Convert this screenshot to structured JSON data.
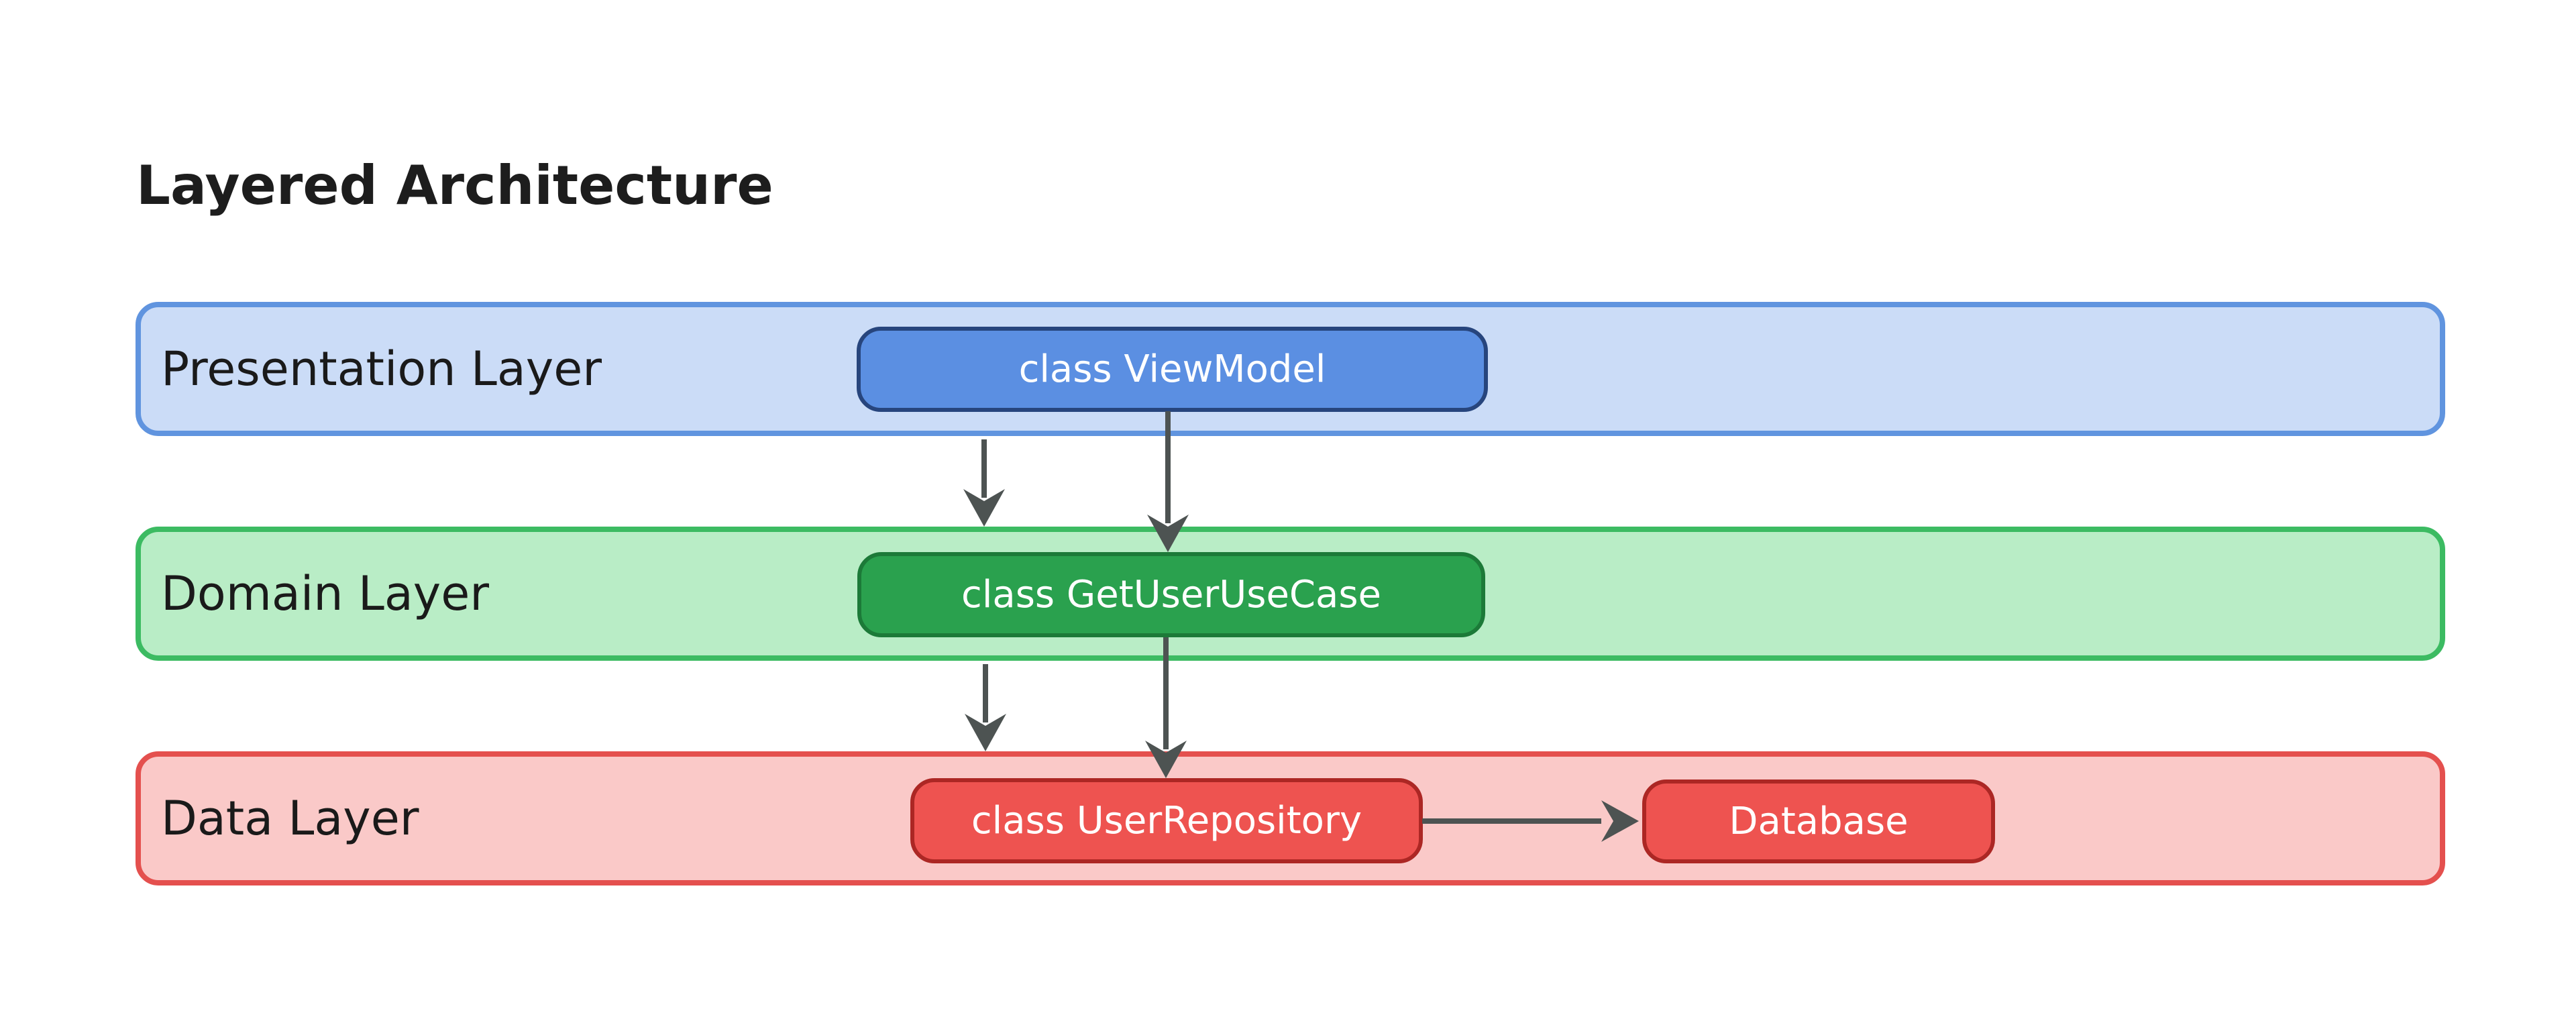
{
  "diagram": {
    "title": "Layered Architecture",
    "type": "layered-architecture-diagram"
  },
  "layers": [
    {
      "id": "presentation-layer",
      "label": "Presentation Layer",
      "fill": "#cbdcf7",
      "border": "#6094df",
      "nodes": [
        {
          "id": "viewmodel",
          "label": "class ViewModel",
          "fill": "#5b8fe2",
          "border": "#27457d",
          "text_color": "#ffffff"
        }
      ]
    },
    {
      "id": "domain-layer",
      "label": "Domain Layer",
      "fill": "#b9edc6",
      "border": "#3cbb62",
      "nodes": [
        {
          "id": "getuserusecase",
          "label": "class GetUserUseCase",
          "fill": "#2aa14e",
          "border": "#1c7a38",
          "text_color": "#ffffff"
        }
      ]
    },
    {
      "id": "data-layer",
      "label": "Data Layer",
      "fill": "#fac9c8",
      "border": "#e4504e",
      "nodes": [
        {
          "id": "userrepository",
          "label": "class UserRepository",
          "fill": "#ee5350",
          "border": "#ac2724",
          "text_color": "#ffffff"
        },
        {
          "id": "database",
          "label": "Database",
          "fill": "#ee5350",
          "border": "#ac2724",
          "text_color": "#ffffff"
        }
      ]
    }
  ],
  "edges": [
    {
      "from": "presentation-layer",
      "to": "domain-layer",
      "direction": "down"
    },
    {
      "from": "viewmodel",
      "to": "getuserusecase",
      "direction": "down"
    },
    {
      "from": "domain-layer",
      "to": "data-layer",
      "direction": "down"
    },
    {
      "from": "getuserusecase",
      "to": "userrepository",
      "direction": "down"
    },
    {
      "from": "userrepository",
      "to": "database",
      "direction": "right"
    }
  ],
  "colors": {
    "background": "#ffffff",
    "edge": "#4d5352",
    "title_text": "#1d1d1d",
    "label_text": "#1a1a1a"
  }
}
